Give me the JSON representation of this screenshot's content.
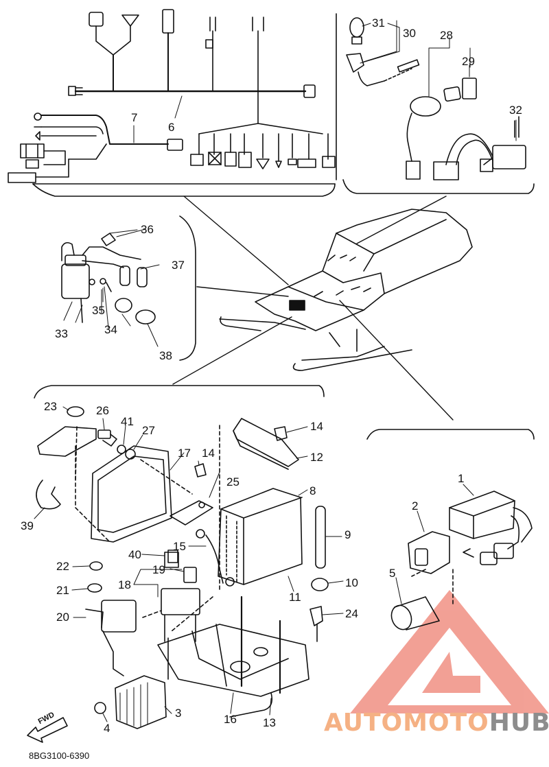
{
  "diagram": {
    "code": "8BG3100-6390",
    "fwd_label": "FWD",
    "watermark": {
      "part1": "AUTOMOTO",
      "part2": "HUB",
      "accent_color": "#f5b184",
      "grey_color": "#8d8d8d",
      "logo_color": "#e9533f"
    },
    "callouts": {
      "c1": "1",
      "c2": "2",
      "c3": "3",
      "c4": "4",
      "c5": "5",
      "c6": "6",
      "c7": "7",
      "c8": "8",
      "c9": "9",
      "c10": "10",
      "c11": "11",
      "c12": "12",
      "c13": "13",
      "c14a": "14",
      "c14b": "14",
      "c15": "15",
      "c16": "16",
      "c17": "17",
      "c18": "18",
      "c19": "19",
      "c20": "20",
      "c21": "21",
      "c22": "22",
      "c23": "23",
      "c24": "24",
      "c25": "25",
      "c26": "26",
      "c27": "27",
      "c28": "28",
      "c29": "29",
      "c30": "30",
      "c31": "31",
      "c32": "32",
      "c33": "33",
      "c34": "34",
      "c35": "35",
      "c36": "36",
      "c37": "37",
      "c38": "38",
      "c39": "39",
      "c40": "40",
      "c41": "41"
    }
  }
}
